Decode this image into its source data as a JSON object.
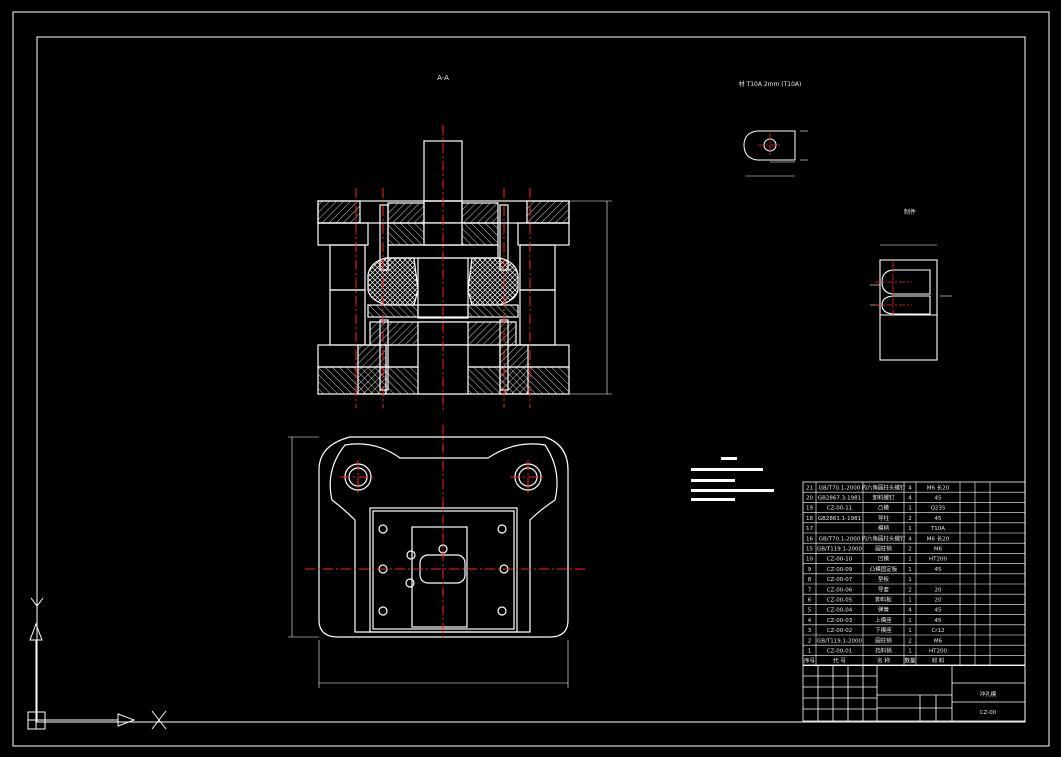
{
  "drawing": {
    "section_label": "A-A",
    "part_note": "材 T10A 2mm (T10A)",
    "part_label": "制件",
    "title_block": {
      "name": "冲孔模",
      "code": "CZ-00"
    },
    "bom_rows": [
      {
        "no": "21",
        "code": "GB/T70.1-2000",
        "name": "内六角圆柱头螺钉",
        "qty": "4",
        "mat": "M6 长20"
      },
      {
        "no": "20",
        "code": "GB2867.3-1981",
        "name": "卸料螺钉",
        "qty": "4",
        "mat": "45"
      },
      {
        "no": "19",
        "code": "CZ-00-11",
        "name": "凸模",
        "qty": "1",
        "mat": "Q235"
      },
      {
        "no": "18",
        "code": "GB2861.1-1981",
        "name": "导柱",
        "qty": "2",
        "mat": "45"
      },
      {
        "no": "17",
        "code": "",
        "name": "模柄",
        "qty": "1",
        "mat": "T10A"
      },
      {
        "no": "16",
        "code": "GB/T70.1-2000",
        "name": "内六角圆柱头螺钉",
        "qty": "4",
        "mat": "M6 长20"
      },
      {
        "no": "15",
        "code": "GB/T119.1-2000",
        "name": "圆柱销",
        "qty": "2",
        "mat": "M6"
      },
      {
        "no": "10",
        "code": "CZ-00-10",
        "name": "凹模",
        "qty": "1",
        "mat": "HT200"
      },
      {
        "no": "9",
        "code": "CZ-00-09",
        "name": "凸模固定板",
        "qty": "1",
        "mat": "45"
      },
      {
        "no": "8",
        "code": "CZ-00-07",
        "name": "垫板",
        "qty": "1",
        "mat": ""
      },
      {
        "no": "7",
        "code": "CZ-00-06",
        "name": "导套",
        "qty": "2",
        "mat": "20"
      },
      {
        "no": "6",
        "code": "CZ-00-05",
        "name": "卸料板",
        "qty": "1",
        "mat": "20"
      },
      {
        "no": "5",
        "code": "CZ-00-04",
        "name": "弹簧",
        "qty": "4",
        "mat": "45"
      },
      {
        "no": "4",
        "code": "CZ-00-03",
        "name": "上模座",
        "qty": "1",
        "mat": "45"
      },
      {
        "no": "3",
        "code": "CZ-00-02",
        "name": "下模座",
        "qty": "1",
        "mat": "Cr12"
      },
      {
        "no": "2",
        "code": "GB/T119.1-2000",
        "name": "圆柱销",
        "qty": "2",
        "mat": "M6"
      },
      {
        "no": "1",
        "code": "CZ-00-01",
        "name": "挡料销",
        "qty": "1",
        "mat": "HT200"
      }
    ],
    "bom_header": {
      "no": "序号",
      "code": "代 号",
      "name": "名 称",
      "qty": "数量",
      "mat": "材 料"
    },
    "colors": {
      "line": "#ffffff",
      "center": "#ff2020",
      "bg": "#000000"
    }
  }
}
